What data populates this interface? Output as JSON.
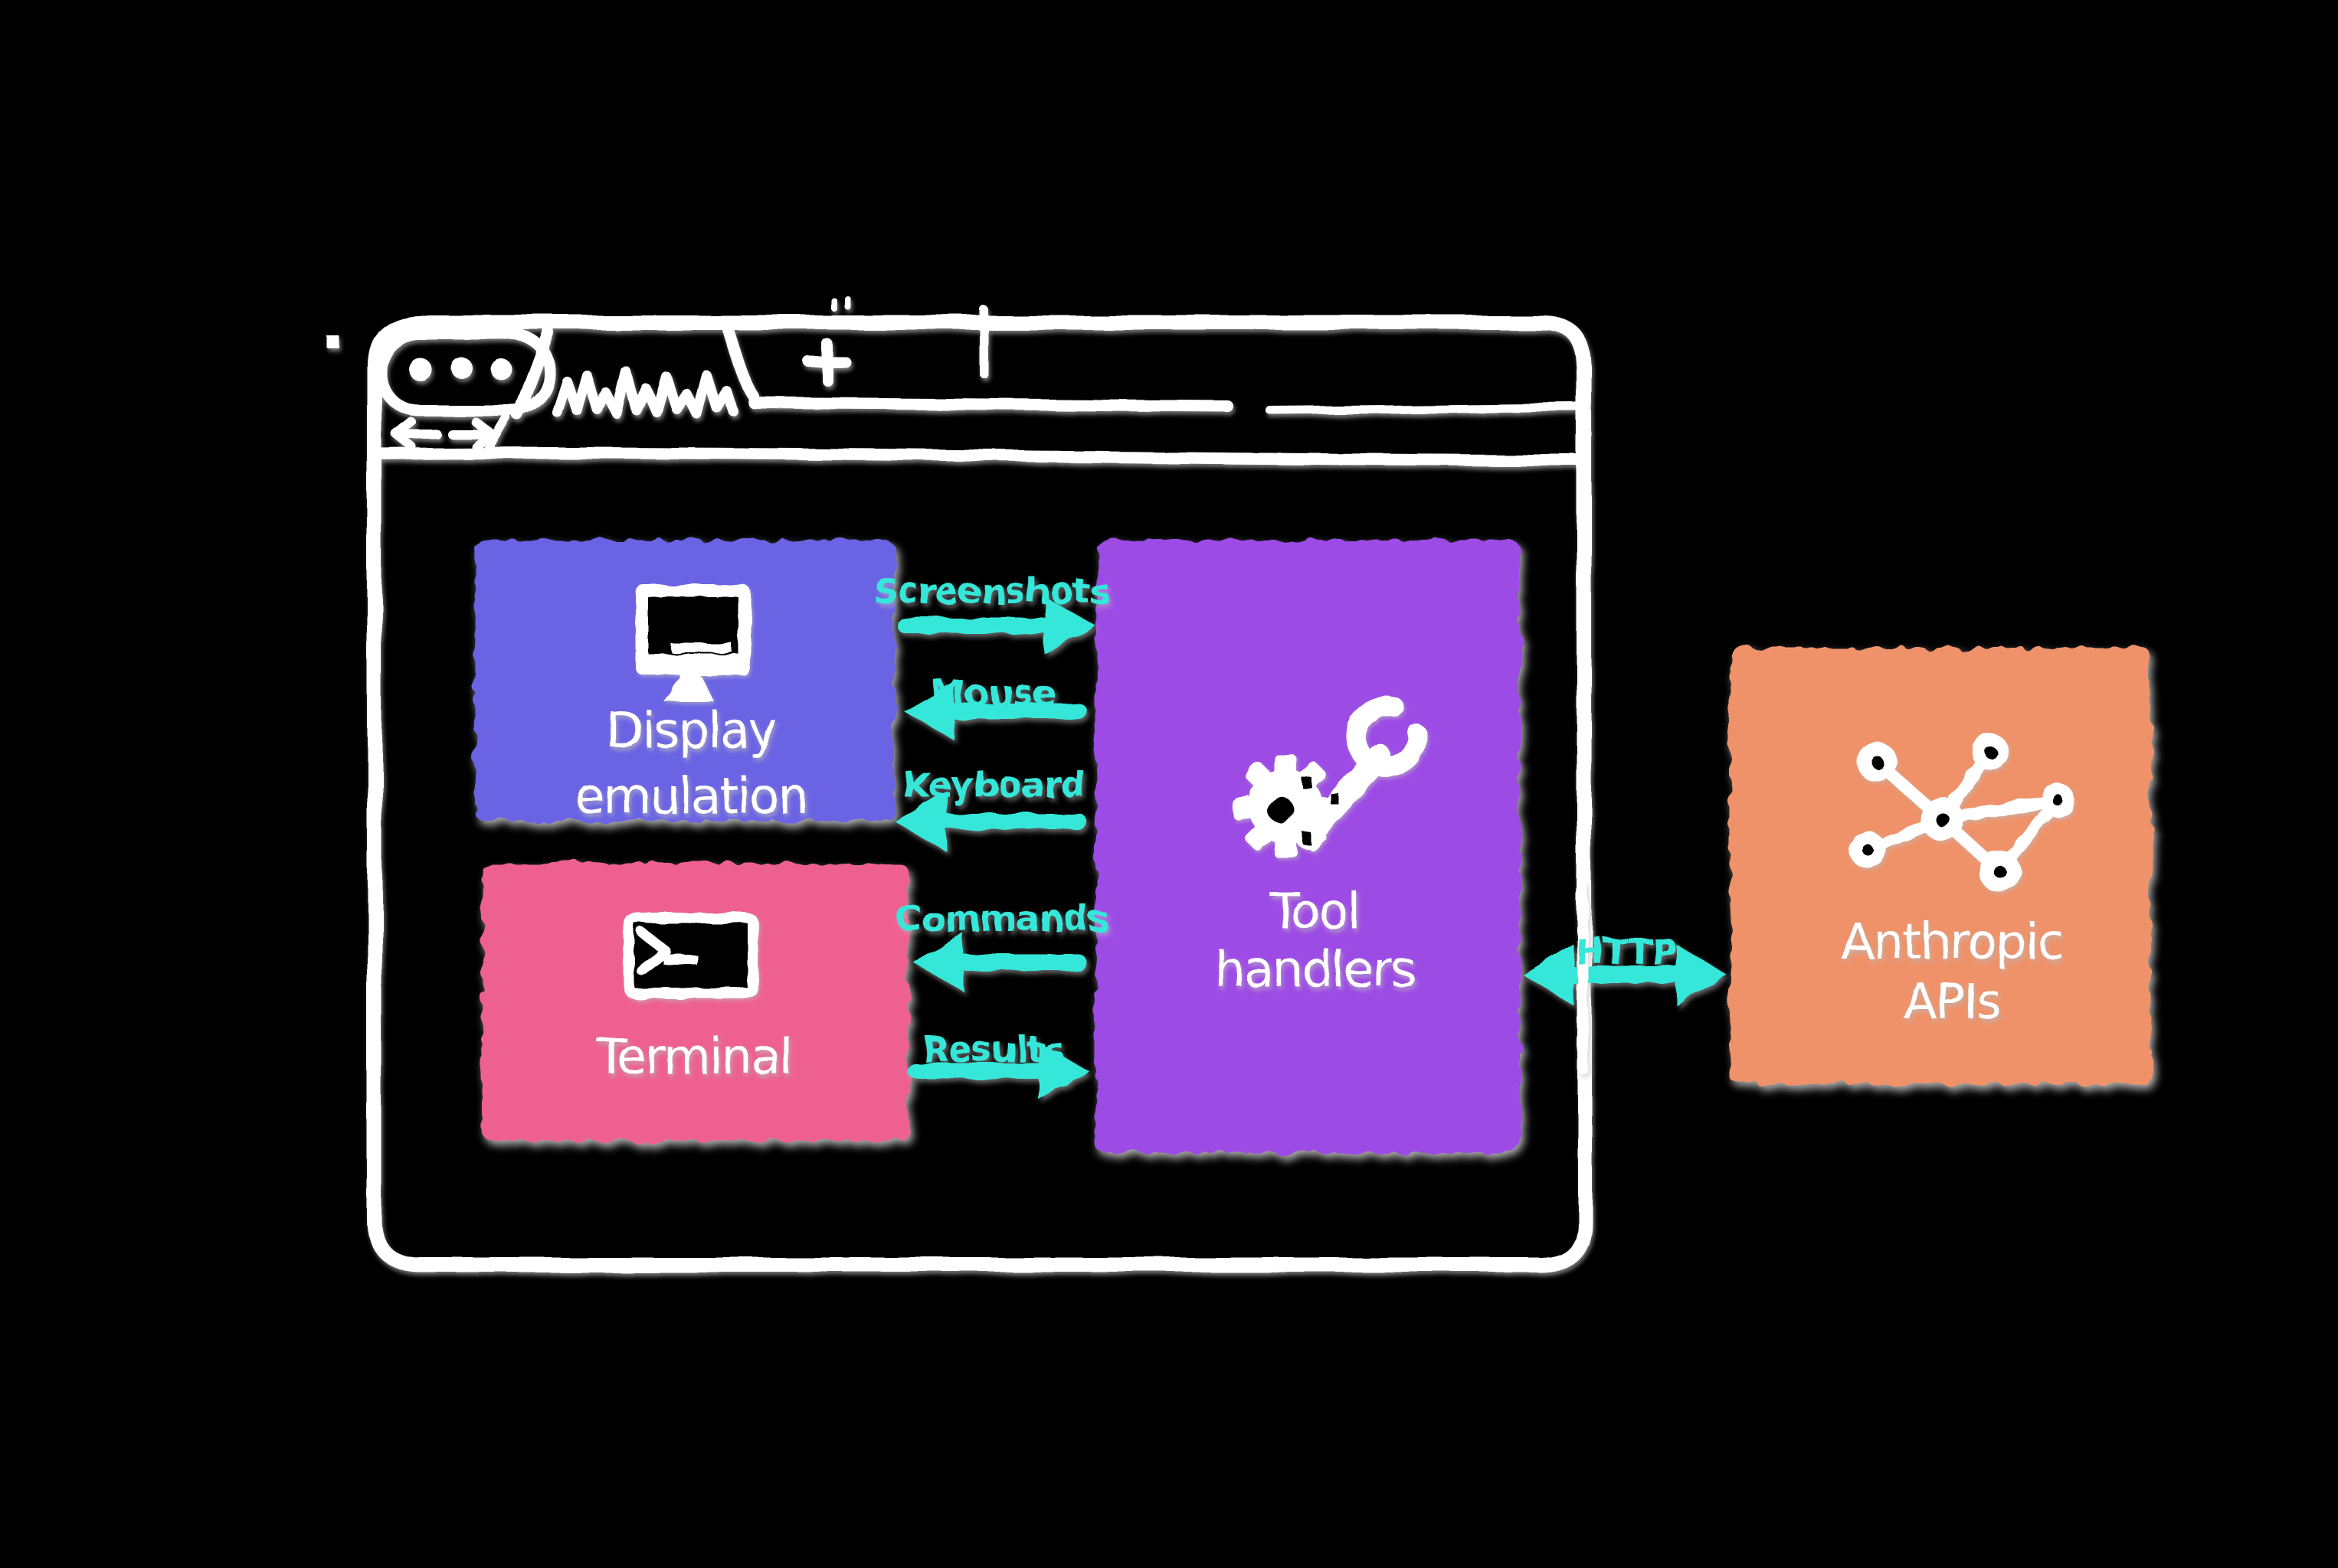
{
  "diagram": {
    "kind": "hand-drawn architecture diagram",
    "background_color": "#000000"
  },
  "colors": {
    "stroke": "#ffffff",
    "arrow": "#35e7d9",
    "shadow": "#8c8c8c",
    "display_box": "#6a63e4",
    "terminal_box": "#ee6190",
    "tool_box": "#9d4ce5",
    "api_box": "#ef9269"
  },
  "browser": {
    "icons": [
      "traffic-lights",
      "tab-title-scribble",
      "new-tab-plus",
      "back-arrow",
      "forward-arrow"
    ],
    "traffic_dot_count": 3
  },
  "boxes": {
    "display": {
      "label_lines": [
        "Display",
        "emulation"
      ],
      "color": "#6a63e4",
      "icon": "monitor-icon"
    },
    "terminal": {
      "label_lines": [
        "Terminal"
      ],
      "color": "#ee6190",
      "icon": "terminal-icon"
    },
    "tool_handlers": {
      "label_lines": [
        "Tool",
        "handlers"
      ],
      "color": "#9d4ce5",
      "icon": "tools-icon"
    },
    "anthropic_apis": {
      "label_lines": [
        "Anthropic",
        "APIs"
      ],
      "color": "#ef9269",
      "icon": "network-graph-icon"
    }
  },
  "arrows": {
    "screenshots": {
      "label": "Screenshots",
      "from": "display",
      "to": "tool_handlers",
      "direction": "right"
    },
    "mouse": {
      "label": "Mouse",
      "from": "tool_handlers",
      "to": "display",
      "direction": "left"
    },
    "keyboard": {
      "label": "Keyboard",
      "from": "tool_handlers",
      "to": "display",
      "direction": "left"
    },
    "commands": {
      "label": "Commands",
      "from": "tool_handlers",
      "to": "terminal",
      "direction": "left"
    },
    "results": {
      "label": "Results",
      "from": "terminal",
      "to": "tool_handlers",
      "direction": "right"
    },
    "http": {
      "label": "HTTP",
      "from": "tool_handlers",
      "to": "anthropic_apis",
      "direction": "both"
    }
  }
}
